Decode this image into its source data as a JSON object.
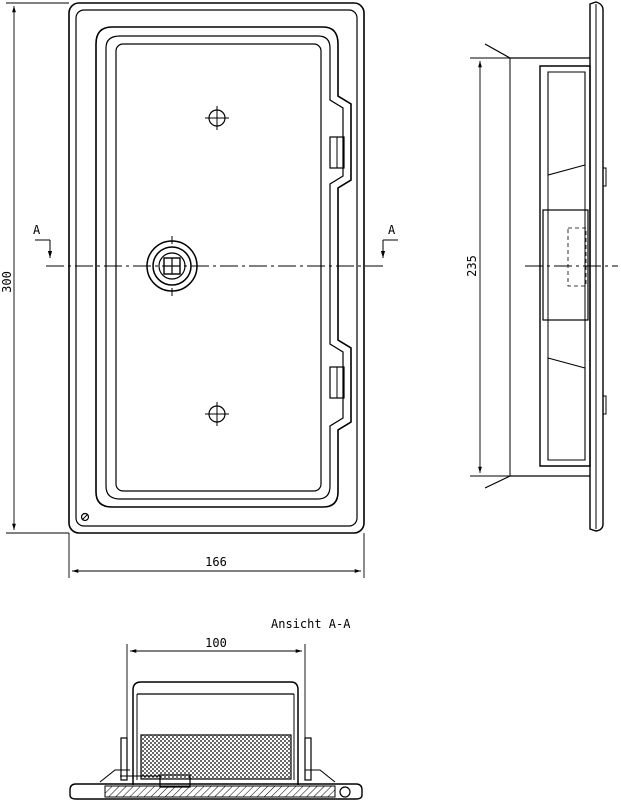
{
  "drawing": {
    "front_view": {
      "dim_width": "166",
      "dim_height": "300",
      "section_mark_left": "A",
      "section_mark_right": "A"
    },
    "side_view": {
      "dim_height": "235"
    },
    "section_view": {
      "title": "Ansicht A-A",
      "dim_width": "100"
    }
  }
}
